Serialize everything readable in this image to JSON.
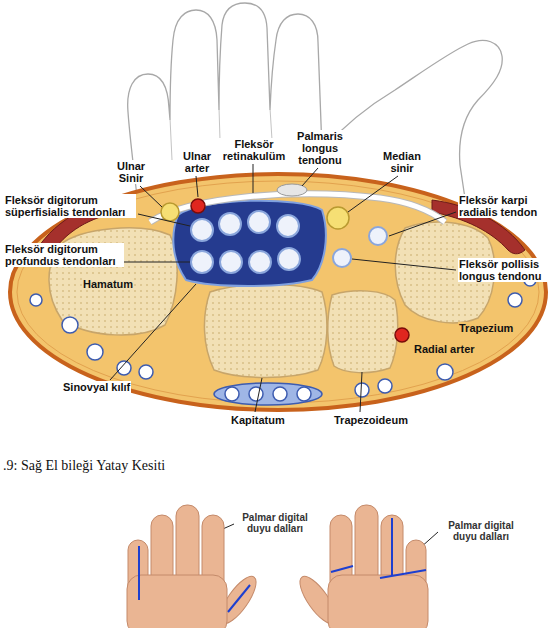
{
  "diagram": {
    "caption": ".9: Sağ El bileği Yatay Kesiti",
    "labels": [
      "Fleksör retinakulüm",
      "Palmaris longus tendonu",
      "Ulnar arter",
      "Median sinir",
      "Ulnar Sinir",
      "Fleksör digitorum süperfisialis tendonları",
      "Fleksör karpi radialis tendon",
      "Fleksör digitorum profundus tendonları",
      "Fleksör pollisis longus tendonu",
      "Hamatum",
      "Trapezium",
      "Radial arter",
      "Sinovyal kılıf",
      "Kapitatum",
      "Trapezoideum",
      "Palmar digital duyu dalları",
      "Palmar digital duyu dalları"
    ]
  }
}
